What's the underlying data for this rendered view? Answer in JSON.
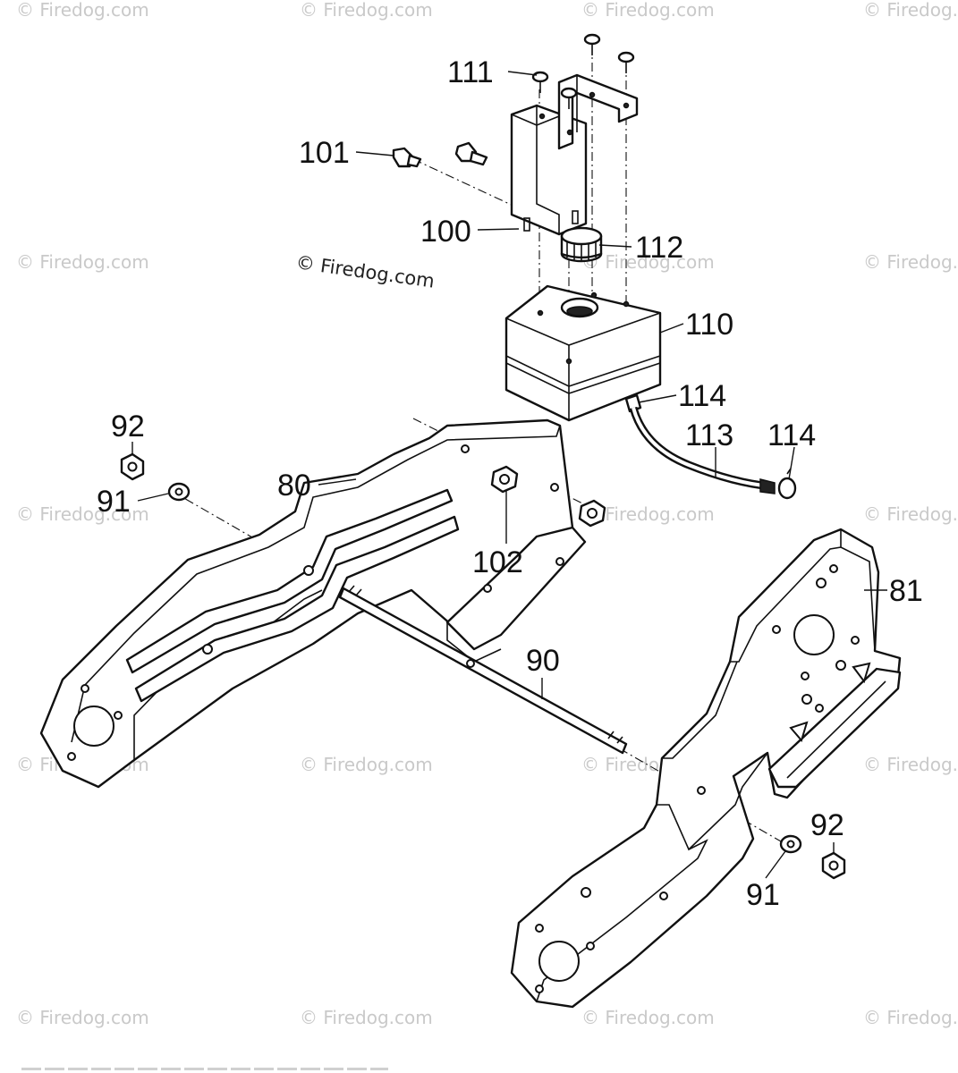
{
  "watermark": {
    "text": "© Firedog.com",
    "line1": "©",
    "line2": "Firedog.com",
    "color": "#c9c9c9"
  },
  "center_credit": "© Firedog.com",
  "callouts": {
    "c111": "111",
    "c101": "101",
    "c100": "100",
    "c112": "112",
    "c110": "110",
    "c114a": "114",
    "c113": "113",
    "c114b": "114",
    "c92a": "92",
    "c91a": "91",
    "c80": "80",
    "c102": "102",
    "c81": "81",
    "c90": "90",
    "c92b": "92",
    "c91b": "91"
  }
}
